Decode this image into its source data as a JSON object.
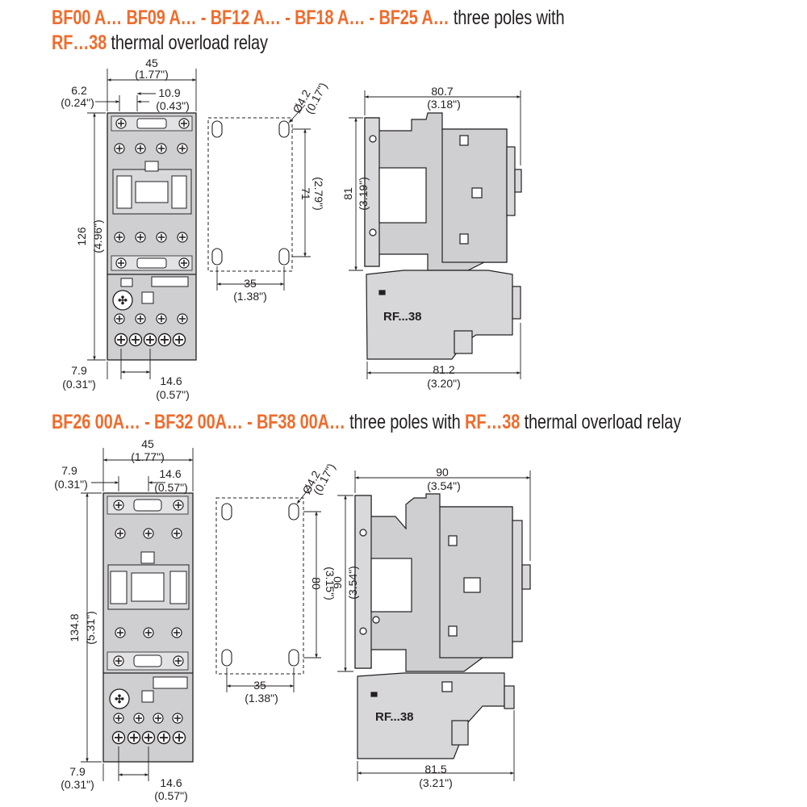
{
  "colors": {
    "accent": "#ef6c2d",
    "body_fill": "#cfcfd1",
    "stroke": "#231f20",
    "text": "#231f20"
  },
  "section1": {
    "heading_models": "BF00 A… BF09 A… - BF12 A… - BF18 A… - BF25 A…",
    "heading_mid": "three poles with",
    "heading_relay": "RF…38",
    "heading_tail": "thermal overload relay",
    "front": {
      "width_mm": "45",
      "width_in": "(1.77\")",
      "left_mm": "6.2",
      "left_in": "(0.24\")",
      "pitch_mm": "10.9",
      "pitch_in": "(0.43\")",
      "height_mm": "126",
      "height_in": "(4.96\")",
      "bottom_left_mm": "7.9",
      "bottom_left_in": "(0.31\")",
      "bottom_pitch_mm": "14.6",
      "bottom_pitch_in": "(0.57\")"
    },
    "drill": {
      "hole_mm": "Ø4.2",
      "hole_in": "(0.17\")",
      "vert_mm": "71",
      "vert_in": "(2.79\")",
      "horiz_mm": "35",
      "horiz_in": "(1.38\")"
    },
    "side": {
      "depth_mm": "80.7",
      "depth_in": "(3.18\")",
      "height_mm": "81",
      "height_in": "(3.19\")",
      "relay_depth_mm": "81.2",
      "relay_depth_in": "(3.20\")",
      "relay_label": "RF...38"
    }
  },
  "section2": {
    "heading_models": "BF26 00A… - BF32 00A… - BF38 00A…",
    "heading_mid": "three poles with",
    "heading_relay": "RF…38",
    "heading_tail": "thermal overload relay",
    "front": {
      "width_mm": "45",
      "width_in": "(1.77\")",
      "left_mm": "7.9",
      "left_in": "(0.31\")",
      "pitch_mm": "14.6",
      "pitch_in": "(0.57\")",
      "height_mm": "134.8",
      "height_in": "(5.31\")",
      "bottom_left_mm": "7.9",
      "bottom_left_in": "(0.31\")",
      "bottom_pitch_mm": "14.6",
      "bottom_pitch_in": "(0.57\")"
    },
    "drill": {
      "hole_mm": "Ø4.2",
      "hole_in": "(0.17\")",
      "vert_mm": "80",
      "vert_in": "(3.15\")",
      "horiz_mm": "35",
      "horiz_in": "(1.38\")"
    },
    "side": {
      "depth_mm": "90",
      "depth_in": "(3.54\")",
      "height_mm": "90",
      "height_in": "(3.54\")",
      "relay_depth_mm": "81.5",
      "relay_depth_in": "(3.21\")",
      "relay_label": "RF...38"
    }
  }
}
